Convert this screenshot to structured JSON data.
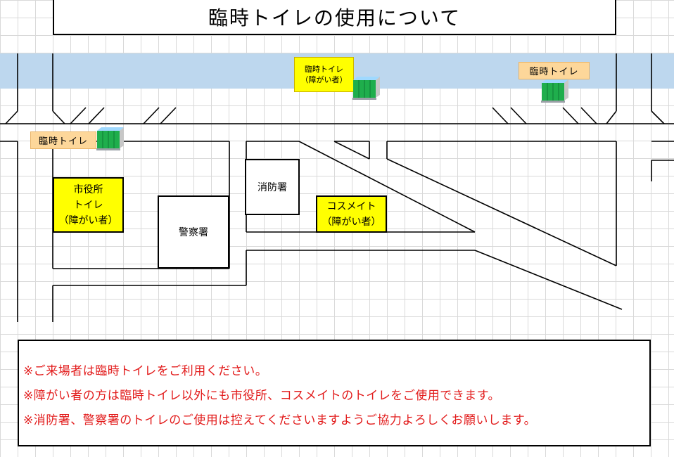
{
  "title": "臨時トイレの使用について",
  "buildings": {
    "city_hall_toilet": [
      "市役所",
      "トイレ",
      "（障がい者）"
    ],
    "police": "警察署",
    "fire": "消防署",
    "cosmate_toilet": [
      "コスメイト",
      "（障がい者）"
    ]
  },
  "temp_toilet_signs": {
    "west": "臨時トイレ",
    "north_center": [
      "臨時トイレ",
      "（障がい者）"
    ],
    "north_east": "臨時トイレ"
  },
  "notices": [
    "※ご来場者は臨時トイレをご利用ください。",
    "※障がい者の方は臨時トイレ以外にも市役所、コスメイトのトイレをご使用できます。",
    "※消防署、警察署のトイレのご使用は控えてくださいますようご協力よろしくお願いします。"
  ],
  "colors": {
    "river": "#bdd7ee",
    "building_highlight": "#ffff00",
    "sign": "#fdd79a",
    "notice_text": "#e21b1b",
    "toilet_body": "#1fae4c"
  },
  "icons": [
    "portable-toilet-icon"
  ]
}
